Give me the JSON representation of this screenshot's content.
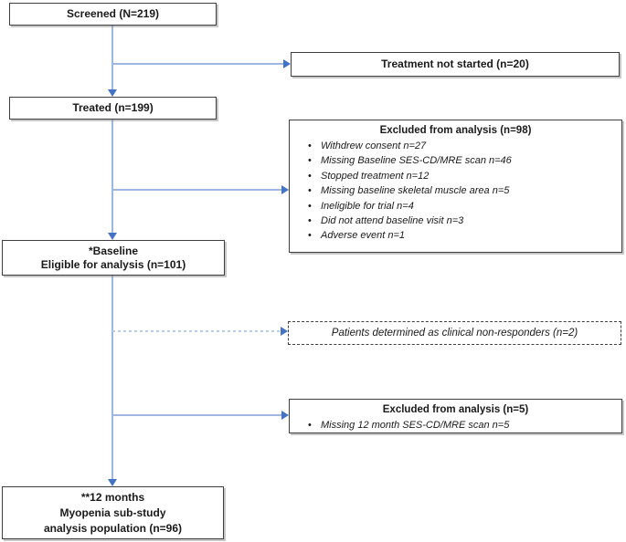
{
  "diagram": {
    "screened": {
      "label": "Screened (N=219)"
    },
    "treatment_not_started": {
      "label": "Treatment not started (n=20)"
    },
    "treated": {
      "label": "Treated (n=199)"
    },
    "excluded_baseline": {
      "title": "Excluded from analysis (n=98)",
      "bullets": [
        "Withdrew consent n=27",
        "Missing Baseline SES-CD/MRE scan n=46",
        "Stopped treatment n=12",
        "Missing baseline skeletal muscle area n=5",
        "Ineligible for trial n=4",
        "Did not attend baseline visit n=3",
        "Adverse event n=1"
      ]
    },
    "baseline": {
      "line1": "*Baseline",
      "line2": "Eligible for analysis (n=101)"
    },
    "non_responders": {
      "label": "Patients determined as clinical non-responders (n=2)"
    },
    "excluded_12m": {
      "title": "Excluded from analysis (n=5)",
      "bullets": [
        "Missing 12 month SES-CD/MRE scan n=5"
      ]
    },
    "final_population": {
      "line1": "**12 months",
      "line2": "Myopenia sub-study",
      "line3": "analysis population (n=96)"
    }
  },
  "colors": {
    "line": "#9db7e2",
    "line_dashed": "#b8ccec",
    "arrow": "#4472c4",
    "border": "#3f3f3f"
  }
}
